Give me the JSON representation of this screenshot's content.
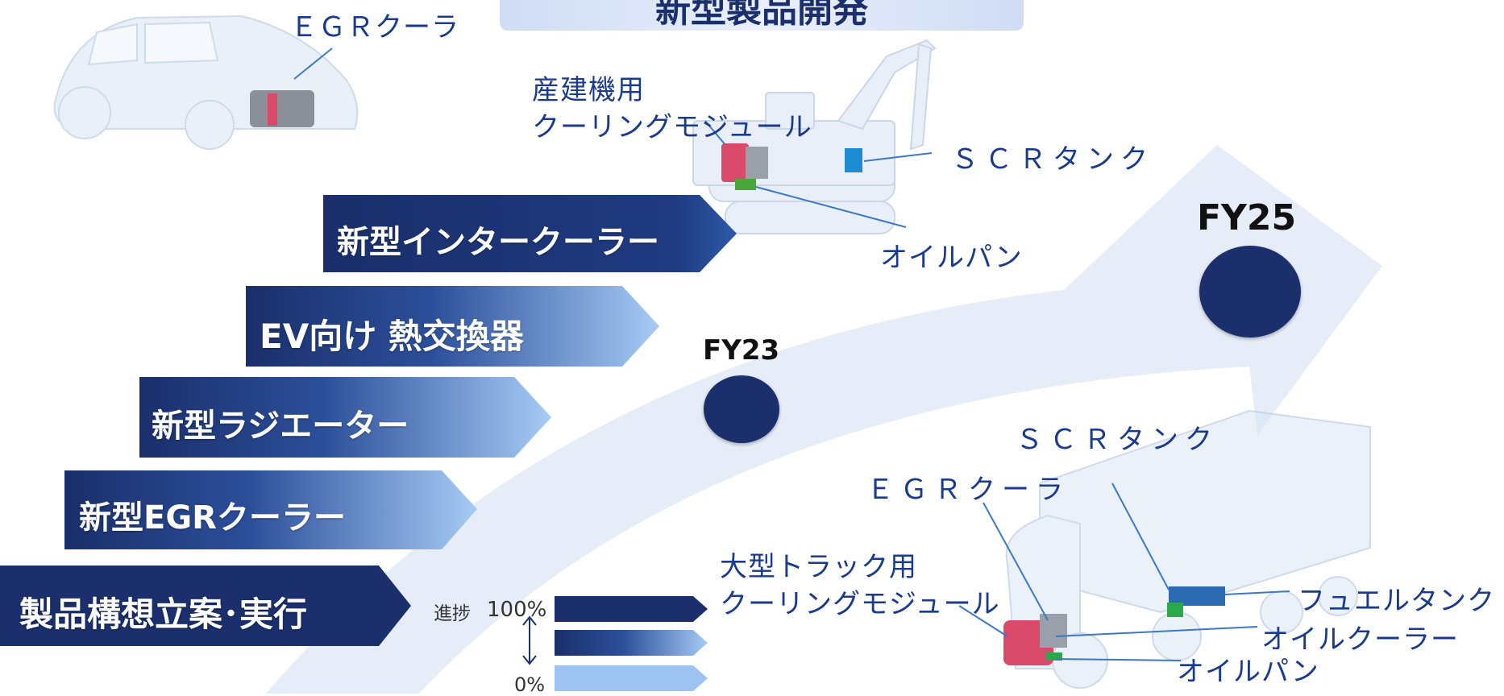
{
  "header": {
    "title": "新型製品開発"
  },
  "steps": [
    {
      "label": "製品構想立案･実行",
      "progress": 1.0
    },
    {
      "label": "新型EGRクーラー",
      "progress": 0.5
    },
    {
      "label": "新型ラジエーター",
      "progress": 0.5
    },
    {
      "label": "EV向け 熱交換器",
      "progress": 0.5
    },
    {
      "label": "新型インタークーラー",
      "progress": 0.9
    }
  ],
  "milestones": {
    "fy23": "FY23",
    "fy25": "FY25"
  },
  "legend": {
    "title": "進捗",
    "high": "100%",
    "low": "0%"
  },
  "car": {
    "egr_cooler": "ＥＧＲクーラ"
  },
  "excavator": {
    "cooling_module_line1": "産建機用",
    "cooling_module_line2": "クーリングモジュール",
    "scr_tank": "ＳＣＲタンク",
    "oil_pan": "オイルパン"
  },
  "truck": {
    "scr_tank": "ＳＣＲタンク",
    "egr_cooler": "ＥＧＲクーラ",
    "cooling_module_line1": "大型トラック用",
    "cooling_module_line2": "クーリングモジュール",
    "fuel_tank": "フュエルタンク",
    "oil_cooler": "オイルクーラー",
    "oil_pan": "オイルパン"
  },
  "colors": {
    "navy": "#1a2f6b",
    "light_blue": "#9cc3f2",
    "arrow": "#e4ebf7",
    "callout": "#1a3a8f"
  }
}
